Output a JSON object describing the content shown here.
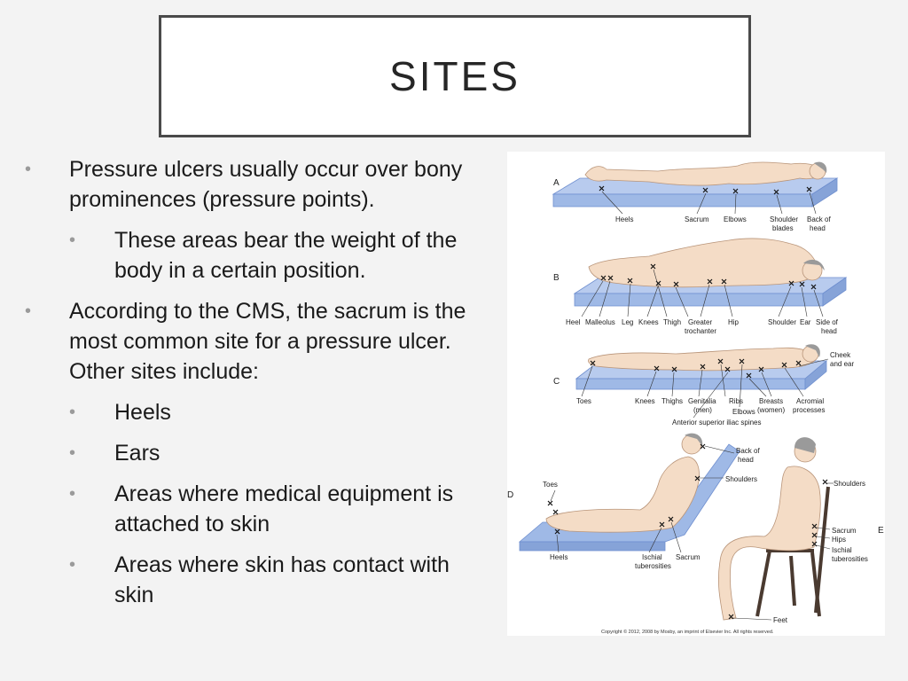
{
  "title": "SITES",
  "bullets": [
    {
      "level": 1,
      "text": "Pressure ulcers usually occur over bony prominences (pressure points)."
    },
    {
      "level": 2,
      "text": "These areas bear the weight of the body in a certain position."
    },
    {
      "level": 1,
      "text": "According to the CMS, the sacrum is the most common site for a pressure ulcer. Other sites include:"
    },
    {
      "level": 2,
      "text": "Heels"
    },
    {
      "level": 2,
      "text": "Ears"
    },
    {
      "level": 2,
      "text": "Areas where medical equipment is attached to skin"
    },
    {
      "level": 2,
      "text": "Areas where skin has contact with skin"
    }
  ],
  "figure": {
    "panel_a": {
      "letter": "A",
      "labels": {
        "heels": "Heels",
        "sacrum": "Sacrum",
        "elbows": "Elbows",
        "shoulder_blades_1": "Shoulder",
        "shoulder_blades_2": "blades",
        "back_of_head_1": "Back of",
        "back_of_head_2": "head"
      }
    },
    "panel_b": {
      "letter": "B",
      "labels": {
        "heel": "Heel",
        "malleolus": "Malleolus",
        "leg": "Leg",
        "knees": "Knees",
        "thigh": "Thigh",
        "greater_trochanter_1": "Greater",
        "greater_trochanter_2": "trochanter",
        "hip": "Hip",
        "shoulder": "Shoulder",
        "ear": "Ear",
        "side_of_head_1": "Side of",
        "side_of_head_2": "head"
      }
    },
    "panel_c": {
      "letter": "C",
      "labels": {
        "toes": "Toes",
        "knees": "Knees",
        "thighs": "Thighs",
        "genitalia_1": "Genitalia",
        "genitalia_2": "(men)",
        "ribs": "Ribs",
        "elbows": "Elbows",
        "breasts_1": "Breasts",
        "breasts_2": "(women)",
        "acromial_1": "Acromial",
        "acromial_2": "processes",
        "cheek_1": "Cheek",
        "cheek_2": "and ear",
        "iliac": "Anterior superior iliac spines"
      }
    },
    "panel_d": {
      "letter": "D",
      "labels": {
        "toes": "Toes",
        "heels": "Heels",
        "back_of_head_1": "Back of",
        "back_of_head_2": "head",
        "shoulders": "Shoulders",
        "ischial_1": "Ischial",
        "ischial_2": "tuberosities",
        "sacrum": "Sacrum"
      }
    },
    "panel_e": {
      "letter": "E",
      "labels": {
        "shoulders": "Shoulders",
        "sacrum": "Sacrum",
        "hips": "Hips",
        "ischial_1": "Ischial",
        "ischial_2": "tuberosities",
        "feet": "Feet"
      }
    },
    "copyright": "Copyright © 2012, 2008 by Mosby, an imprint of Elsevier Inc. All rights reserved.",
    "colors": {
      "mattress": "#9fb9e6",
      "mattress_edge": "#6f8fcf",
      "skin": "#f4dcc6",
      "skin_edge": "#b9957a",
      "hair": "#9a9a9a",
      "chair": "#4a3a30"
    }
  }
}
